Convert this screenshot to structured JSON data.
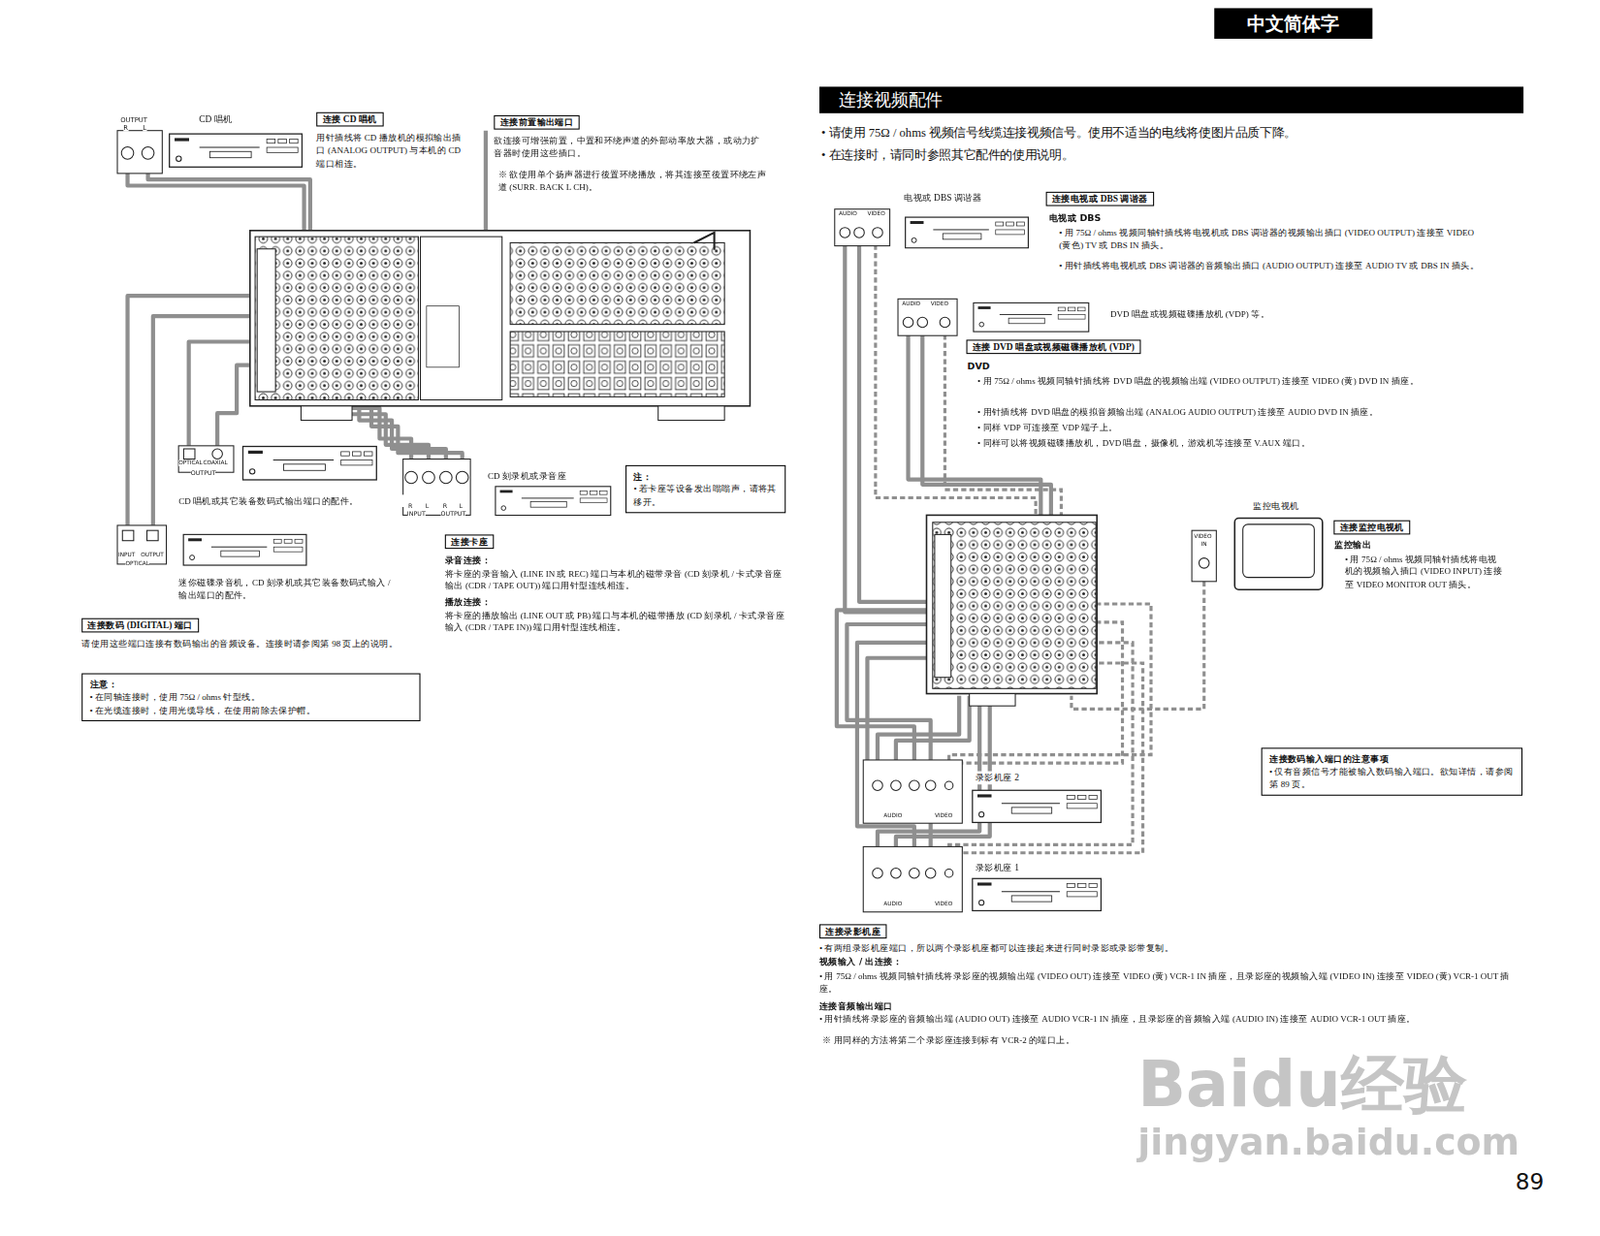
{
  "diagram": {
    "title": "连接视频配件",
    "nodes": [
      {
        "text": [
          "中文简体字"
        ]
      },
      {
        "text": [
          "连接 CD 唱机"
        ]
      },
      {
        "text": [
          "连接前置输出端口"
        ]
      },
      {
        "text": [
          "注：",
          "• 若卡座等设备发出嗡嗡声，请将其移开。"
        ]
      },
      {
        "text": [
          "连接卡座"
        ]
      },
      {
        "text": [
          "连接数码 (DIGITAL) 端口"
        ]
      },
      {
        "text": [
          "注意：",
          "• 在同轴连接时，使用 75Ω / ohms 针型线。",
          "• 在光缆连接时，使用光缆导线，在使用前除去保护帽。"
        ]
      },
      {
        "text": [
          "连接电视或 DBS 调谐器"
        ]
      },
      {
        "text": [
          "连接 DVD 唱盘或视频磁碟播放机 (VDP)"
        ]
      },
      {
        "text": [
          "连接监控电视机"
        ]
      },
      {
        "text": [
          "连接数码输入端口的注意事项",
          "• 仅有音频信号才能被输入数码输入端口。欲知详情，请参阅第 89 页。"
        ]
      },
      {
        "text": [
          "连接录影机座"
        ]
      }
    ],
    "labels": [
      "OUTPUT",
      "R",
      "L",
      "CD 唱机",
      "用针插线将 CD 播放机的模拟输出插口 (ANALOG OUTPUT) 与本机的 CD 端口相连。",
      "欲连接可增强前置，中置和环绕声道的外部动率放大器，或动力扩音器时使用这些插口。",
      "※ 欲使用单个扬声器进行後置环绕播放，将其连接至後置环绕左声道 (SURR. BACK L CH)。",
      "OPTICAL",
      "COAXIAL",
      "OUTPUT",
      "CD 唱机或其它装备数码式输出端口的配件。",
      "INPUT",
      "OUTPUT",
      "OPTICAL",
      "迷你磁碟录音机，CD 刻录机或其它装备数码式输入 / 输出端口的配件。",
      "CD 刻录机或录音座",
      "R",
      "L",
      "R",
      "L",
      "INPUT",
      "OUTPUT",
      "录音连接：",
      "将卡座的录音输入 (LINE IN 或 REC) 端口与本机的磁带录音 (CD 刻录机 / 卡式录音座输出 (CDR / TAPE OUT)) 端口用针型连线相连。",
      "播放连接：",
      "将卡座的播放输出 (LINE OUT 或 PB) 端口与本机的磁带播放 (CD 刻录机 / 卡式录音座输入 (CDR / TAPE IN)) 端口用针型连线相连。",
      "请使用这些端口连接有数码输出的音频设备。连接时请参阅第 98 页上的说明。",
      "• 请使用 75Ω / ohms 视频信号线缆连接视频信号。使用不适当的电线将使图片品质下降。",
      "• 在连接时，请同时参照其它配件的使用说明。",
      "电视或 DBS 调谐器",
      "AUDIO",
      "VIDEO",
      "电视或 DBS",
      "• 用 75Ω / ohms 视频同轴针插线将电视机或 DBS 调谐器的视频输出插口 (VIDEO OUTPUT) 连接至 VIDEO (黄色) TV 或 DBS IN 插头。",
      "• 用针插线将电视机或 DBS 调谐器的音频输出插口 (AUDIO OUTPUT) 连接至 AUDIO TV 或 DBS IN 插头。",
      "AUDIO",
      "VIDEO",
      "DVD 唱盘或视频磁碟播放机 (VDP) 等。",
      "DVD",
      "• 用 75Ω / ohms 视频同轴针插线将 DVD 唱盘的视频输出端 (VIDEO OUTPUT) 连接至 VIDEO (黄) DVD IN 插座。",
      "• 用针插线将 DVD 唱盘的模拟音频输出端 (ANALOG AUDIO OUTPUT) 连接至 AUDIO DVD IN 插座。",
      "• 同样 VDP 可连接至 VDP 端子上。",
      "• 同样可以将视频磁碟播放机，DVD 唱盘，摄像机，游戏机等连接至 V.AUX 端口。",
      "监控电视机",
      "VIDEO",
      "IN",
      "监控输出",
      "• 用 75Ω / ohms 视频同轴针插线将电视机的视频输入插口 (VIDEO INPUT) 连接至 VIDEO MONITOR OUT 插头。",
      "录影机座 2",
      "AUDIO",
      "VIDEO",
      "录影机座 1",
      "AUDIO",
      "VIDEO",
      "• 有两组录影机座端口，所以两个录影机座都可以连接起来进行同时录影或录影带复制。",
      "视频输入 / 出连接：",
      "• 用 75Ω / ohms 视频同轴针插线将录影座的视频输出端 (VIDEO OUT) 连接至 VIDEO (黄) VCR-1 IN 插座，且录影座的视频输入端 (VIDEO IN) 连接至 VIDEO (黄) VCR-1 OUT 插座。",
      "连接音频输出端口",
      "• 用针插线将录影座的音频输出端 (AUDIO OUT) 连接至 AUDIO VCR-1 IN 插座，且录影座的音频输入端 (AUDIO IN) 连接至 AUDIO VCR-1 OUT 插座。",
      "※ 用同样的方法将第二个录影座连接到标有 VCR-2 的端口上。",
      "89",
      "Baidu经验",
      "jingyan.baidu.com"
    ]
  }
}
